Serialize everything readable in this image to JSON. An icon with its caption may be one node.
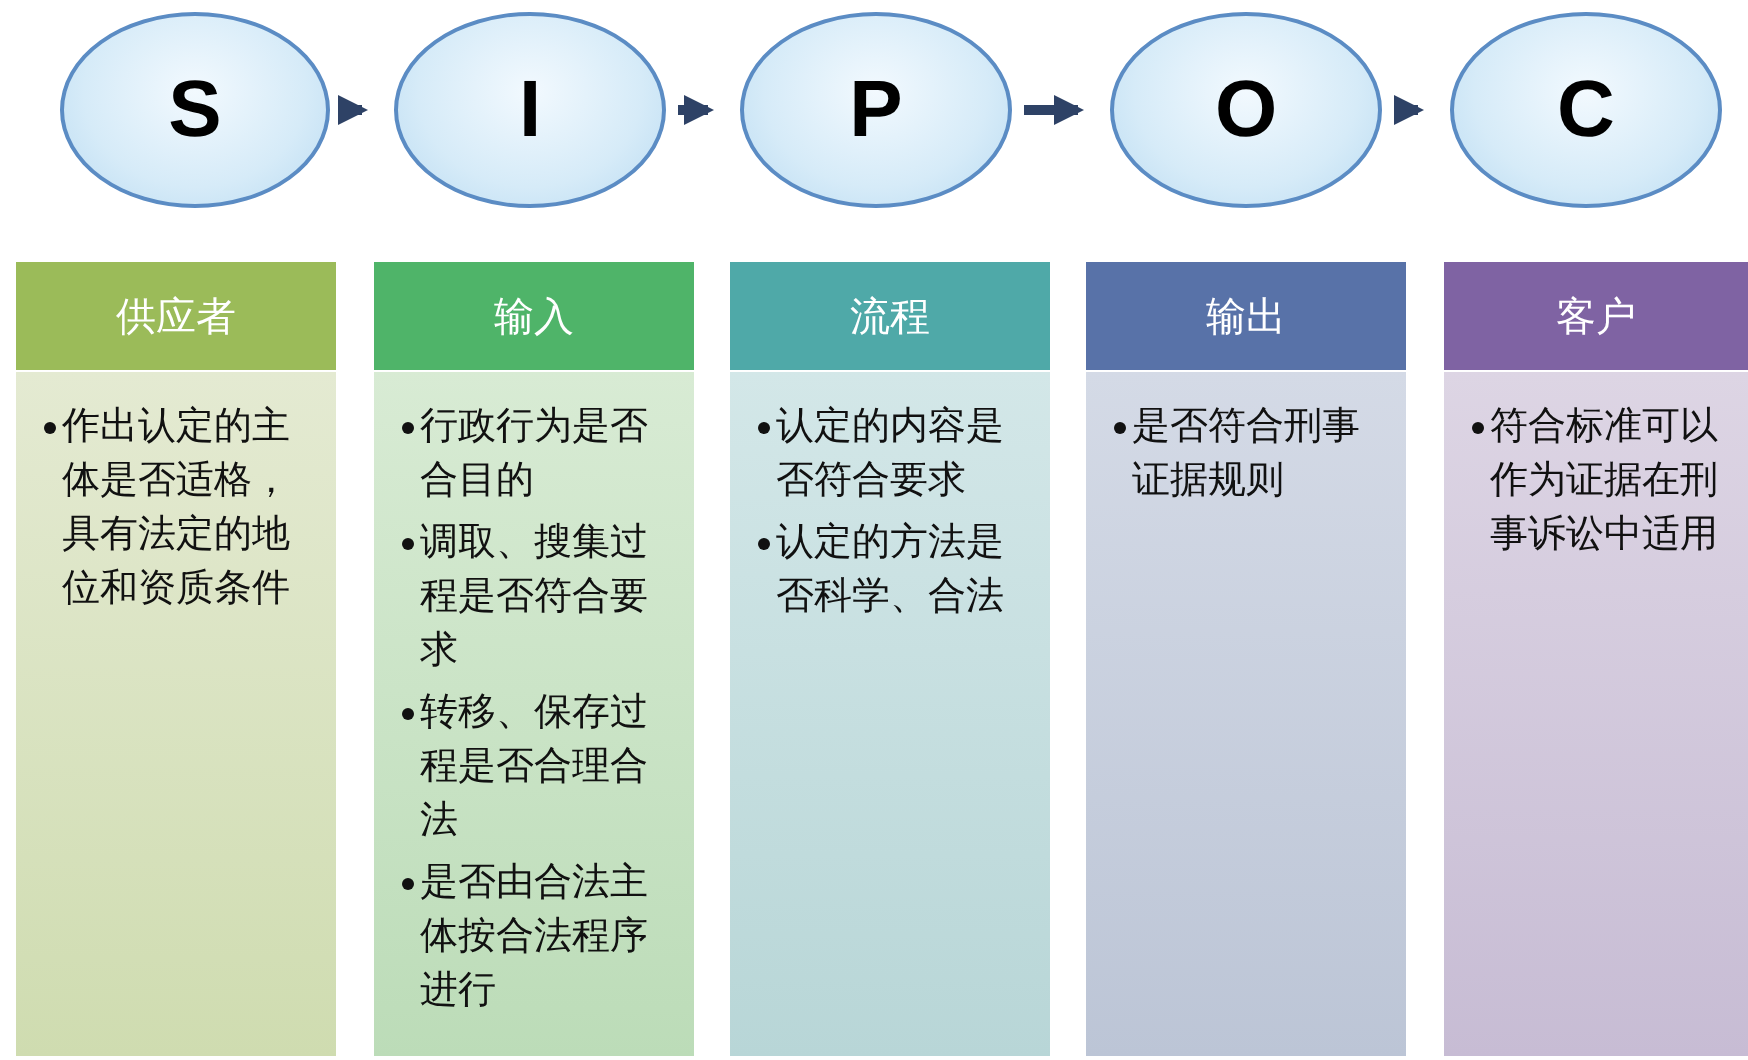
{
  "diagram": {
    "nodes": [
      {
        "text": [
          "S"
        ]
      },
      {
        "text": [
          "I"
        ]
      },
      {
        "text": [
          "P"
        ]
      },
      {
        "text": [
          "O"
        ]
      },
      {
        "text": [
          "C"
        ]
      },
      {
        "text": [
          "供应者"
        ]
      },
      {
        "text": [
          "输入"
        ]
      },
      {
        "text": [
          "流程"
        ]
      },
      {
        "text": [
          "输出"
        ]
      },
      {
        "text": [
          "客户"
        ]
      },
      {
        "text": [
          "作出认定的主体是否适格，具有法定的地位和资质条件"
        ]
      },
      {
        "text": [
          "行政行为是否合目的",
          "调取、搜集过程是否符合要求",
          "转移、保存过程是否合理合法",
          "是否由合法主体按合法程序进行"
        ]
      },
      {
        "text": [
          "认定的内容是否符合要求",
          "认定的方法是否科学、合法"
        ]
      },
      {
        "text": [
          "是否符合刑事证据规则"
        ]
      },
      {
        "text": [
          "符合标准可以作为证据在刑事诉讼中适用"
        ]
      }
    ],
    "edges": [
      {
        "from": 0,
        "to": 1,
        "arrow": "to"
      },
      {
        "from": 1,
        "to": 2,
        "arrow": "to"
      },
      {
        "from": 2,
        "to": 3,
        "arrow": "to"
      },
      {
        "from": 3,
        "to": 4,
        "arrow": "to"
      }
    ]
  }
}
